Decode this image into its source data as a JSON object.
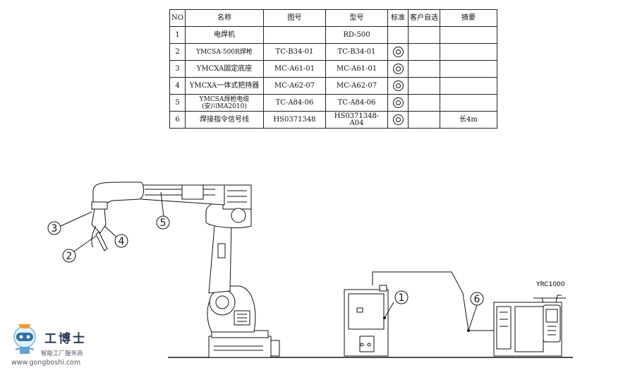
{
  "table": {
    "headers": {
      "no": "NO",
      "name": "名称",
      "drawing_no": "图号",
      "model": "型号",
      "standard": "标准",
      "optional": "客户自选",
      "remark": "摘要"
    },
    "rows": [
      {
        "no": "1",
        "name": "电焊机",
        "name2": "",
        "drawing_no": "",
        "model": "RD-500",
        "standard": "",
        "remark": ""
      },
      {
        "no": "2",
        "name": "YMCSA-500R焊枪",
        "name2": "",
        "drawing_no": "TC-B34-01",
        "model": "TC-B34-01",
        "standard": "◎",
        "remark": ""
      },
      {
        "no": "3",
        "name": "YMCXA固定底座",
        "name2": "",
        "drawing_no": "MC-A61-01",
        "model": "MC-A61-01",
        "standard": "◎",
        "remark": ""
      },
      {
        "no": "4",
        "name": "YMCXA一体式把持器",
        "name2": "",
        "drawing_no": "MC-A62-07",
        "model": "MC-A62-07",
        "standard": "◎",
        "remark": ""
      },
      {
        "no": "5",
        "name": "YMCSA焊枪电缆",
        "name2": "(安川MA2010)",
        "drawing_no": "TC-A84-06",
        "model": "TC-A84-06",
        "standard": "◎",
        "remark": ""
      },
      {
        "no": "6",
        "name": "焊接指令信号线",
        "name2": "",
        "drawing_no": "HS0371348",
        "model": "HS0371348-A04",
        "standard": "◎",
        "remark": "长4m"
      }
    ]
  },
  "callouts": [
    "1",
    "2",
    "3",
    "4",
    "5",
    "6"
  ],
  "controller_label": "YRC1000",
  "logo": {
    "brand": "工博士",
    "slogan": "智能工厂服务商",
    "url": "www.gongboshi.com",
    "icon": "robot-mascot-icon"
  }
}
